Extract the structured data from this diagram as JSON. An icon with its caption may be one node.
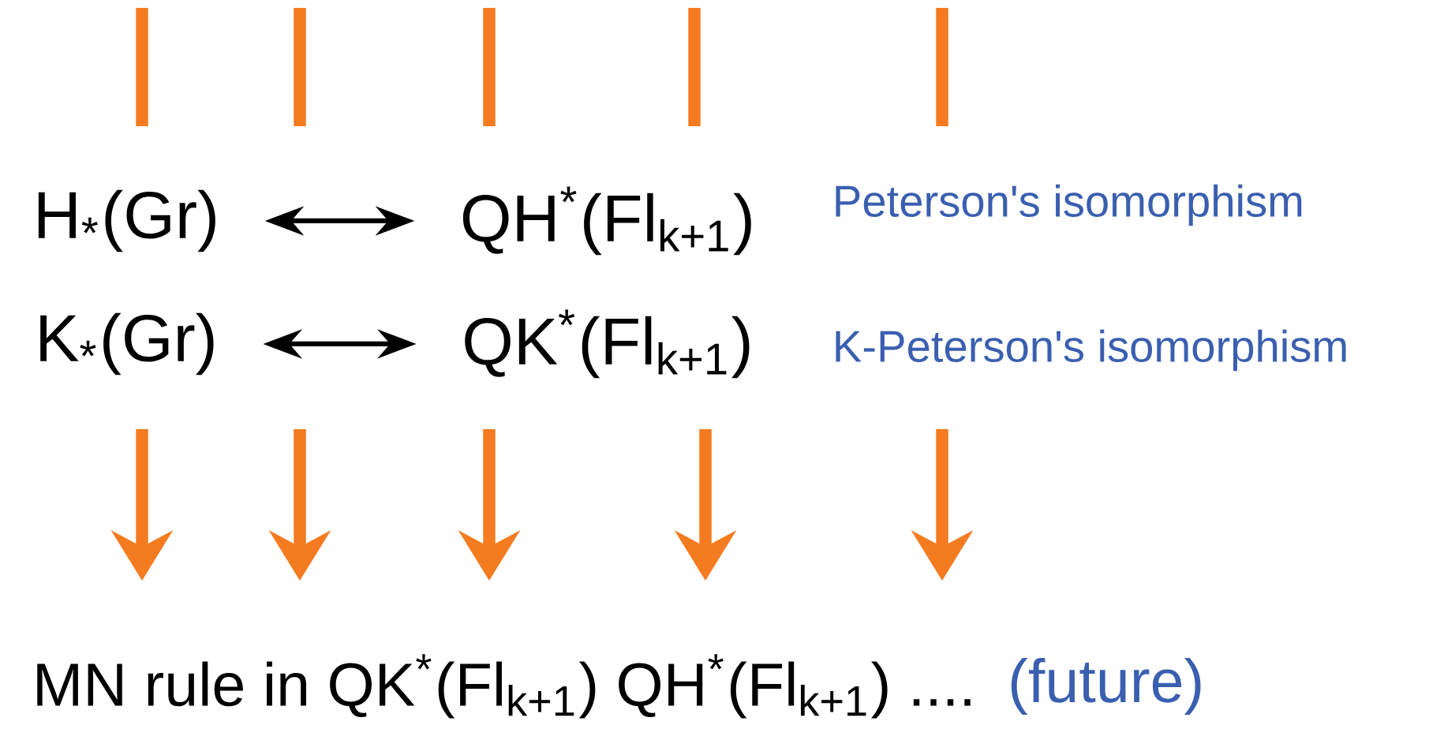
{
  "diagram": {
    "nodes": [
      {
        "text": [
          "H$_{*}$(Gr)"
        ]
      },
      {
        "text": [
          "QH$^{*}$(Fl$_{k+1}$)"
        ]
      },
      {
        "text": [
          "K$_{*}$(Gr)"
        ]
      },
      {
        "text": [
          "QK$^{*}$(Fl$_{k+1}$)"
        ]
      }
    ],
    "edges": [
      {
        "from": 0,
        "to": 1,
        "arrow": "both"
      },
      {
        "from": 2,
        "to": 3,
        "arrow": "both"
      }
    ],
    "labels": [
      "Peterson's isomorphism",
      "K-Peterson's isomorphism",
      "MN rule in QK$^{*}$(Fl$_{k+1}$) QH$^{*}$(Fl$_{k+1}$) ....",
      "(future)"
    ]
  }
}
